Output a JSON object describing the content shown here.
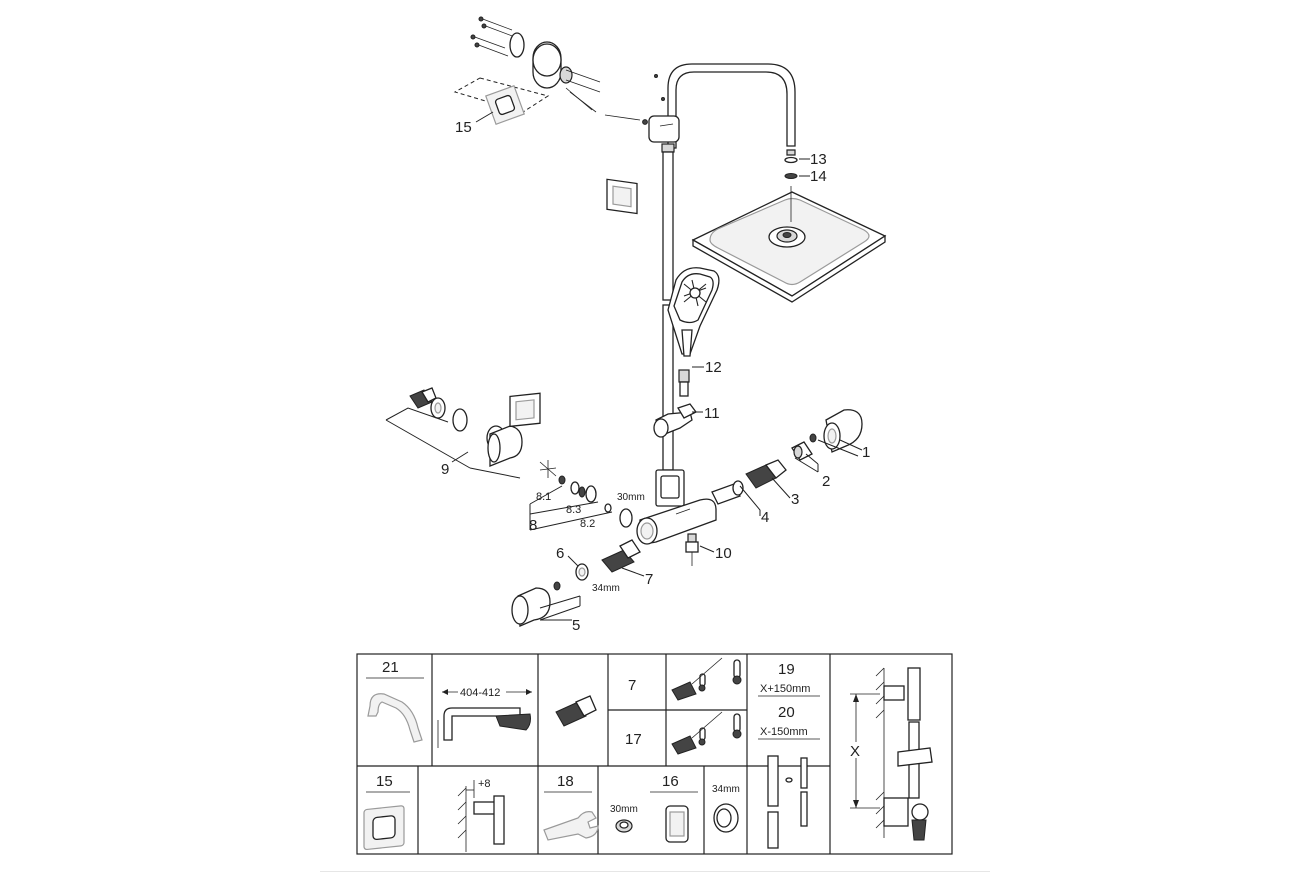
{
  "diagram": {
    "callouts": {
      "c1": "1",
      "c2": "2",
      "c3": "3",
      "c4": "4",
      "c5": "5",
      "c6": "6",
      "c7": "7",
      "c8": "8",
      "c8_1": "8.1",
      "c8_2": "8.2",
      "c8_3": "8.3",
      "c9": "9",
      "c10": "10",
      "c11": "11",
      "c12": "12",
      "c13": "13",
      "c14": "14",
      "c15": "15"
    },
    "dimensions": {
      "d30": "30mm",
      "d34": "34mm"
    }
  },
  "accessories": {
    "n21": "21",
    "range": "404-412",
    "n7": "7",
    "n17": "17",
    "n19": "19",
    "x_plus": "X+150mm",
    "n20": "20",
    "x_minus": "X-150mm",
    "x_label": "X",
    "n15": "15",
    "plus8": "+8",
    "n18": "18",
    "mm30": "30mm",
    "n16": "16",
    "mm34": "34mm"
  },
  "icons": [
    "screw-icon",
    "thermometer-icon",
    "wrench-icon",
    "shower-head-icon",
    "hand-shower-icon"
  ],
  "colors": {
    "line": "#222222",
    "paper": "#ffffff",
    "fill_grey": "#d8d8d8"
  }
}
